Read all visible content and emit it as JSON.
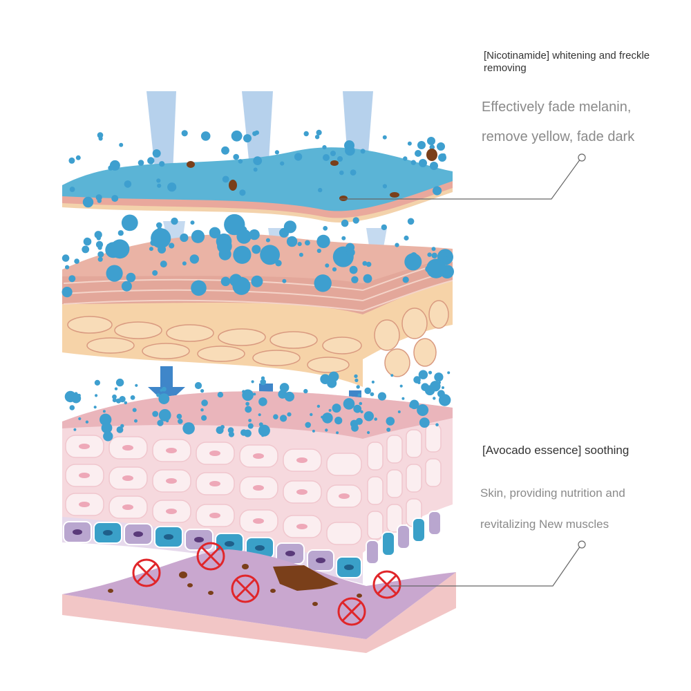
{
  "labels": {
    "nicotinamide": {
      "title": "[Nicotinamide] whitening and freckle removing",
      "line1": "Effectively fade melanin,",
      "line2": "remove yellow, fade dark"
    },
    "avocado": {
      "title": "[Avocado essence] soothing",
      "line1": "Skin, providing nutrition and",
      "line2": "revitalizing New muscles"
    }
  },
  "colors": {
    "surface_blue": "#5bb4d6",
    "droplet_blue": "#3e9fcf",
    "beam_blue": "#9ec2e6",
    "arrow_blue": "#3f86c9",
    "skin_pink": "#e9a89c",
    "cell_tan": "#f6d3a8",
    "cell_light": "#f8e6ea",
    "basal_purple": "#b9a6cf",
    "basal_blue": "#3aa0c8",
    "dermis_purple": "#c9a7cf",
    "dermis_pink": "#f2c6c6",
    "melanin_brown": "#7a3f1a",
    "forbidden_red": "#e0262a",
    "leader_line": "#666666"
  }
}
